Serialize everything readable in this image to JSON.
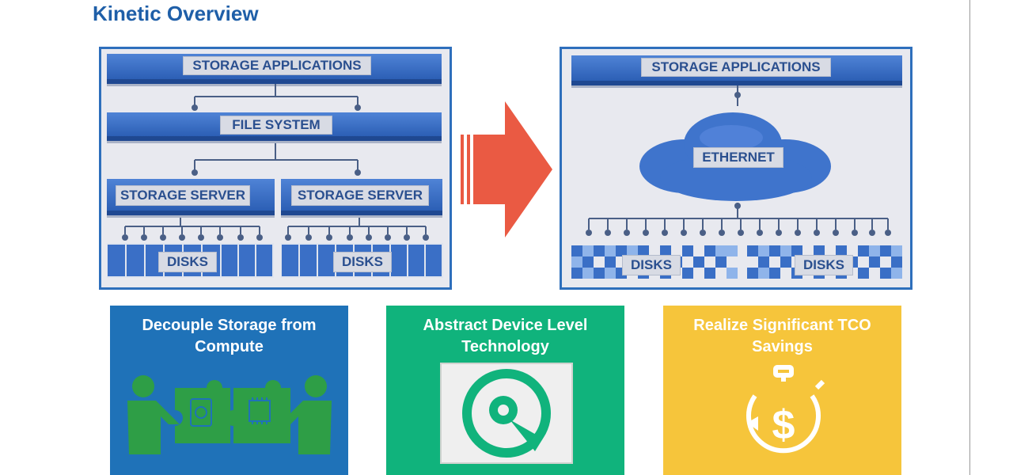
{
  "page": {
    "title": "Kinetic Overview"
  },
  "diagram_left": {
    "storage_applications": "STORAGE APPLICATIONS",
    "file_system": "FILE SYSTEM",
    "storage_server_1": "STORAGE SERVER",
    "storage_server_2": "STORAGE SERVER",
    "disks_1": "DISKS",
    "disks_2": "DISKS"
  },
  "diagram_right": {
    "storage_applications": "STORAGE APPLICATIONS",
    "network": "ETHERNET",
    "disks_1": "DISKS",
    "disks_2": "DISKS"
  },
  "cards": [
    {
      "title_line1": "Decouple Storage from",
      "title_line2": "Compute",
      "icon": "puzzle-people-icon",
      "color": "#1f72b8"
    },
    {
      "title_line1": "Abstract Device Level",
      "title_line2": "Technology",
      "icon": "hard-drive-platter-icon",
      "color": "#10b37c"
    },
    {
      "title_line1": "Realize Significant TCO",
      "title_line2": "Savings",
      "icon": "stopwatch-dollar-icon",
      "color": "#f6c53b"
    }
  ],
  "colors": {
    "title": "#1f5fa8",
    "arrow": "#ea5a43",
    "panel_border": "#2e6fbc"
  }
}
